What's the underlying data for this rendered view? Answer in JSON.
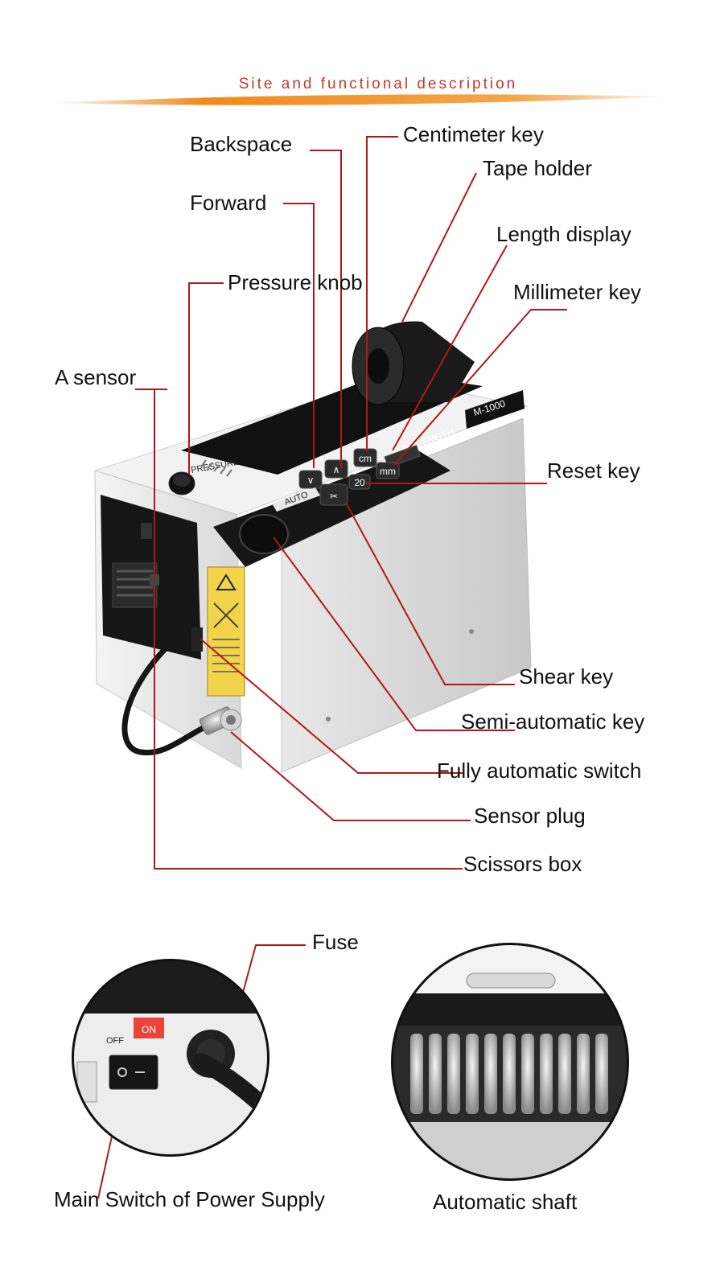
{
  "heading": "Site and functional description",
  "machine": {
    "model_text": "M-1000",
    "panel_title": "TAPE LENGTH",
    "key_cm": "cm",
    "key_mm": "mm",
    "key_reset": "20",
    "auto_label": "AUTO",
    "knob_label": "PRESSURE"
  },
  "labels": {
    "backspace": "Backspace",
    "centimeter_key": "Centimeter key",
    "tape_holder": "Tape holder",
    "forward": "Forward",
    "length_display": "Length display",
    "pressure_knob": "Pressure knob",
    "millimeter_key": "Millimeter key",
    "a_sensor": "A sensor",
    "reset_key": "Reset key",
    "shear_key": "Shear key",
    "semi_automatic_key": "Semi-automatic key",
    "fully_automatic_switch": "Fully automatic switch",
    "sensor_plug": "Sensor plug",
    "scissors_box": "Scissors box",
    "fuse": "Fuse",
    "main_switch": "Main Switch of Power Supply",
    "automatic_shaft": "Automatic shaft"
  },
  "switch_panel": {
    "off": "OFF",
    "on": "ON"
  },
  "colors": {
    "leader": "#b01818",
    "heading": "#c0392b",
    "accent_orange": "#f08a1c",
    "housing": "#eeeeee",
    "panel": "#1a1a1a"
  }
}
